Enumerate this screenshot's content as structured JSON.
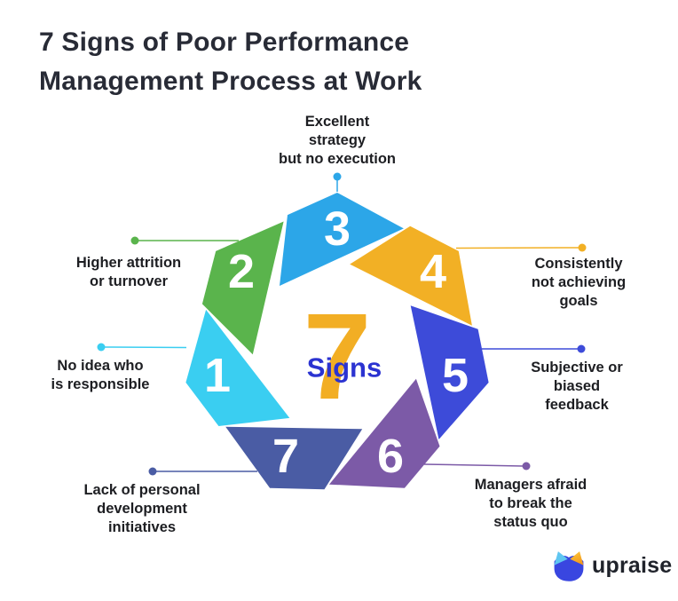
{
  "title": {
    "line1": "7 Signs of Poor Performance",
    "line2": "Management Process at Work"
  },
  "center": {
    "number": "7",
    "number_color": "#F2AE24",
    "label": "Signs",
    "label_color": "#2B33D1"
  },
  "segments": [
    {
      "number": "1",
      "color": "#3ACEF1",
      "label_lines": [
        "No idea who",
        "is responsible"
      ]
    },
    {
      "number": "2",
      "color": "#5AB44C",
      "label_lines": [
        "Higher attrition",
        "or turnover"
      ]
    },
    {
      "number": "3",
      "color": "#2CA6E8",
      "label_lines": [
        "Excellent",
        "strategy",
        "but no execution"
      ]
    },
    {
      "number": "4",
      "color": "#F2B025",
      "label_lines": [
        "Consistently",
        "not achieving",
        "goals"
      ]
    },
    {
      "number": "5",
      "color": "#3D4BD9",
      "label_lines": [
        "Subjective or",
        "biased",
        "feedback"
      ]
    },
    {
      "number": "6",
      "color": "#7C5AA7",
      "label_lines": [
        "Managers afraid",
        "to break the",
        "status quo"
      ]
    },
    {
      "number": "7",
      "color": "#4A5CA4",
      "label_lines": [
        "Lack of personal",
        "development",
        "initiatives"
      ]
    }
  ],
  "logo": {
    "text": "upraise",
    "icon_blue": "#3946E0",
    "icon_cyan": "#5FC6F1",
    "icon_orange_top": "#FDC93B",
    "icon_orange_bottom": "#F39A1D"
  }
}
